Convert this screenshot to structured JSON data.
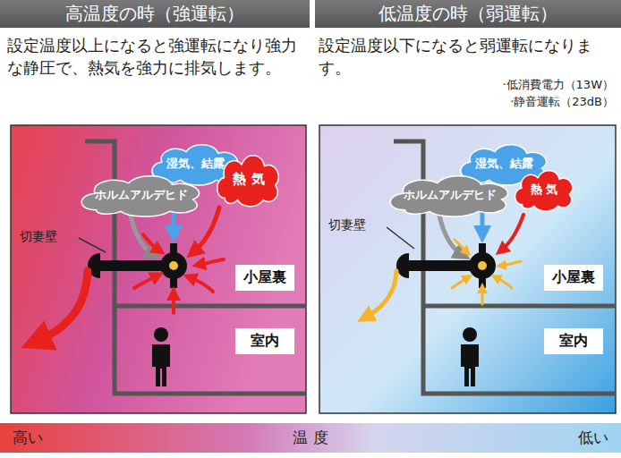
{
  "diagram": {
    "nodes": [
      {
        "text": [
          "高温度の時（強運転）"
        ]
      },
      {
        "text": [
          "低温度の時（弱運転）"
        ]
      },
      {
        "text": [
          "湿気、結露"
        ]
      },
      {
        "text": [
          "ホルムアルデヒド"
        ]
      },
      {
        "text": [
          "熱 気"
        ]
      },
      {
        "text": [
          "小屋裏"
        ]
      },
      {
        "text": [
          "室内"
        ]
      },
      {
        "text": [
          "湿気、結露"
        ]
      },
      {
        "text": [
          "ホルムアルデヒド"
        ]
      },
      {
        "text": [
          "熱 気"
        ]
      },
      {
        "text": [
          "小屋裏"
        ]
      },
      {
        "text": [
          "室内"
        ]
      },
      {
        "text": [
          "高い",
          "温 度",
          "低い"
        ]
      }
    ],
    "labels": [
      "設定温度以上になると強運転になり強力な静圧で、熱気を強力に排気します。",
      "設定温度以下になると弱運転になります。",
      "·低消費電力（13W）",
      "·静音運転（23dB）",
      "切妻壁",
      "切妻壁"
    ]
  }
}
